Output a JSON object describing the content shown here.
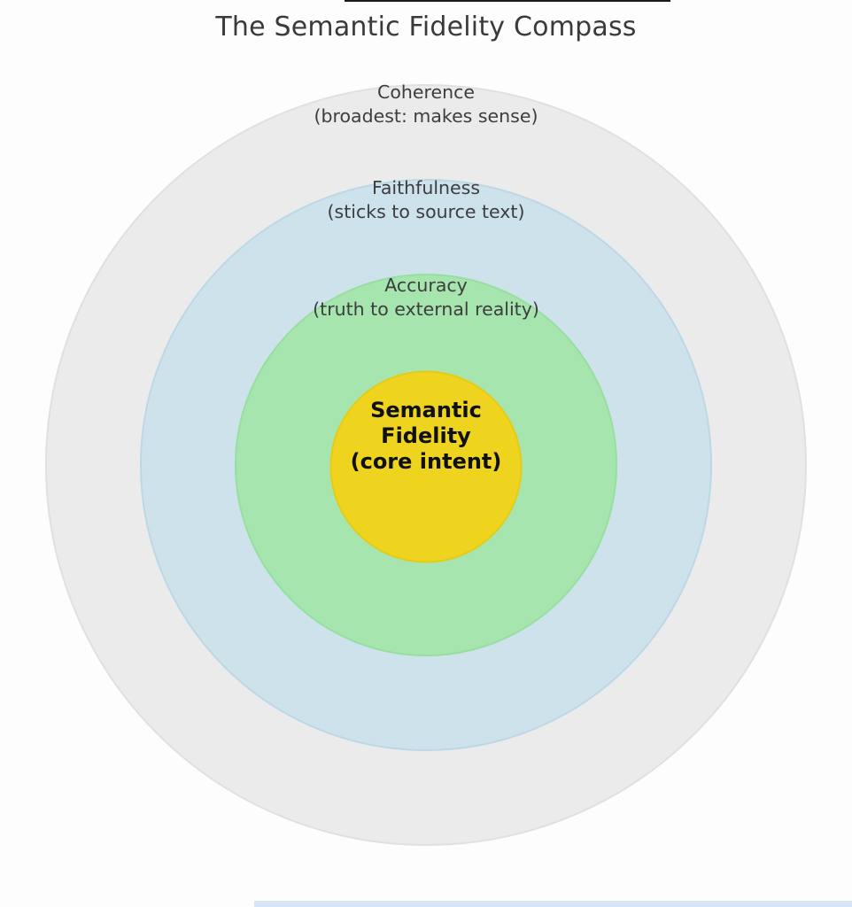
{
  "title": "The Semantic Fidelity Compass",
  "chart_data": {
    "type": "nested-circles",
    "title": "The Semantic Fidelity Compass",
    "rings_outer_to_inner": [
      "Coherence (broadest: makes sense)",
      "Faithfulness (sticks to source text)",
      "Accuracy (truth to external reality)",
      "Semantic Fidelity (core intent)"
    ]
  },
  "rings": [
    {
      "label": "Coherence",
      "sublabel": "(broadest: makes sense)",
      "fill": "#ebebeb",
      "edge": "#e0e0e0"
    },
    {
      "label": "Faithfulness",
      "sublabel": "(sticks to source text)",
      "fill": "#cee2ec",
      "edge": "#bdd8e5"
    },
    {
      "label": "Accuracy",
      "sublabel": "(truth to external reality)",
      "fill": "#a6e5ae",
      "edge": "#96df9f"
    },
    {
      "label": "Semantic Fidelity",
      "sublabel": "(core intent)",
      "fill": "#eed41f",
      "edge": "#e6ca18"
    }
  ],
  "core": {
    "lines": [
      "Semantic",
      "Fidelity",
      "(core intent)"
    ]
  },
  "colors": {
    "background": "#fdfdfd",
    "label_text": "#3d3d3d",
    "core_text": "#101010",
    "title_text": "#3a3a3a"
  }
}
